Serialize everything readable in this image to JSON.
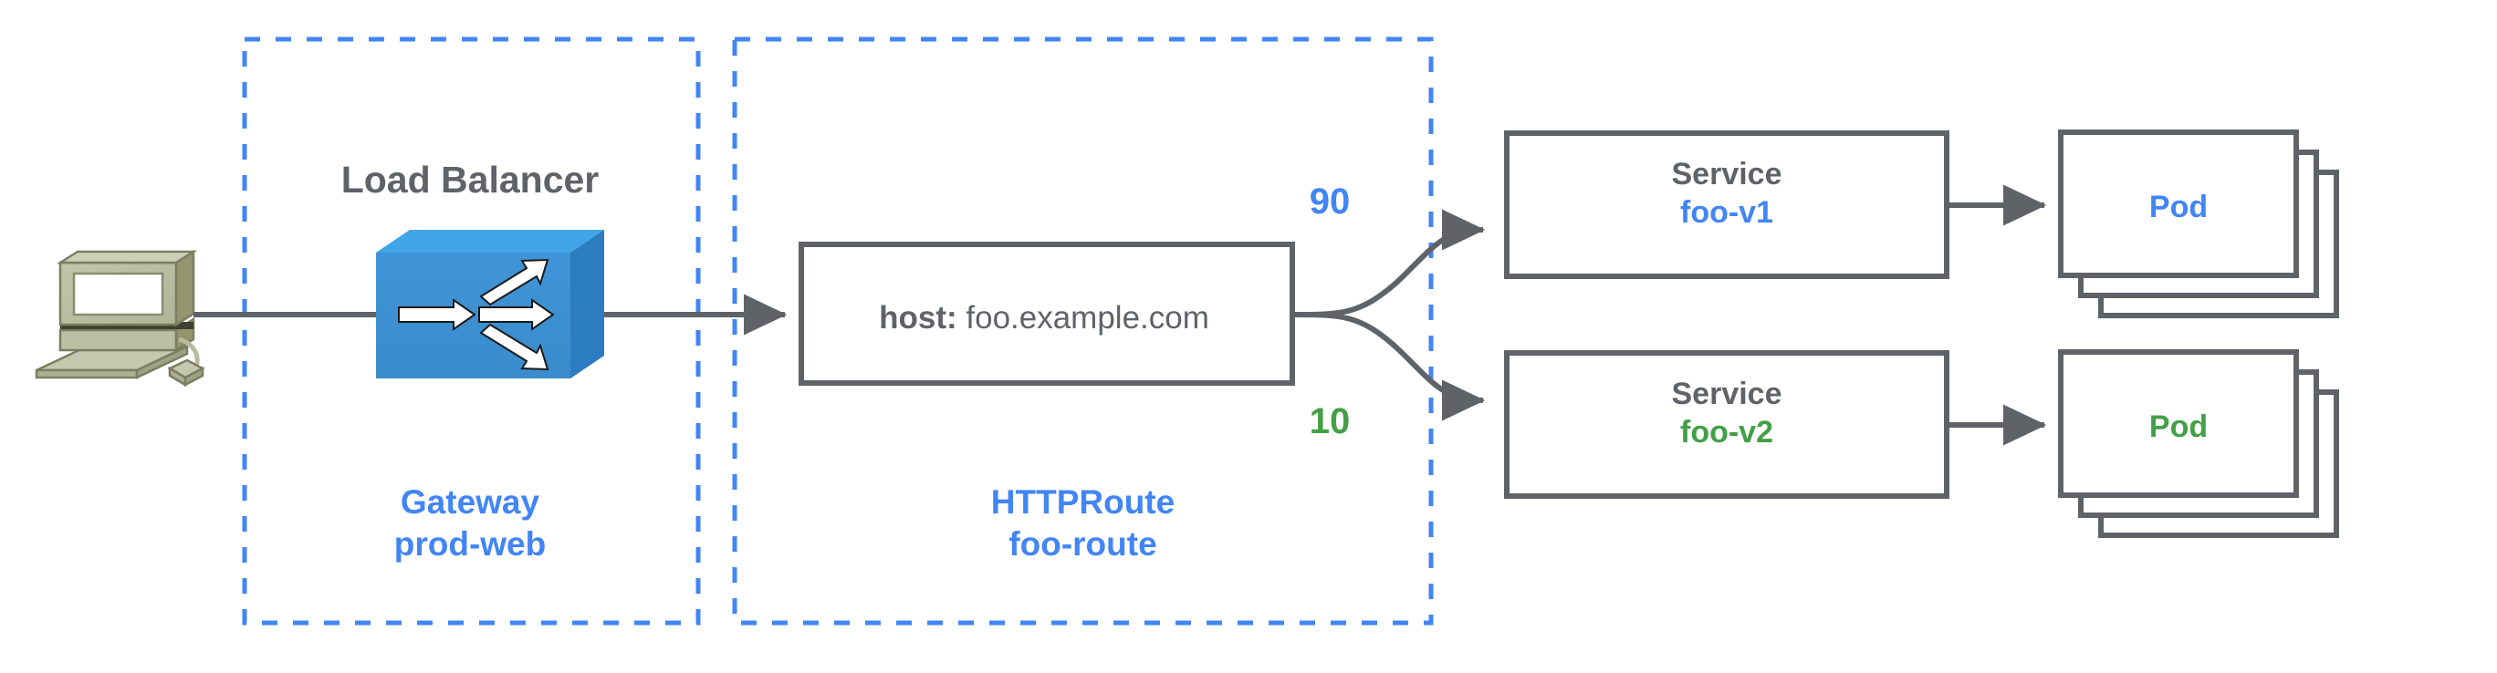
{
  "diagram": {
    "title": "Gateway API traffic splitting diagram",
    "colors": {
      "blue": "#4285f4",
      "green": "#43a047",
      "gray": "#5f6368",
      "stroke": "#5f6368",
      "lb_blue_front": "#3d90d3",
      "lb_blue_top": "#41a5e8",
      "lb_blue_side": "#2b7cc0",
      "computer_body": "#b7b99b",
      "computer_dark": "#8a8c6e"
    }
  },
  "client": {
    "icon": "desktop-computer-icon"
  },
  "gateway_group": {
    "heading": "Load Balancer",
    "caption_kind": "Gateway",
    "caption_name": "prod-web",
    "icon": "load-balancer-icon"
  },
  "httproute_group": {
    "caption_kind": "HTTPRoute",
    "caption_name": "foo-route",
    "rule_box": {
      "key": "host:",
      "value": "foo.example.com"
    }
  },
  "backends": [
    {
      "weight": "90",
      "weight_color": "#4285f4",
      "service_kind": "Service",
      "service_name": "foo-v1",
      "service_name_color": "#4285f4",
      "pod_label": "Pod",
      "pod_label_color": "#4285f4",
      "pod_count": 3
    },
    {
      "weight": "10",
      "weight_color": "#43a047",
      "service_kind": "Service",
      "service_name": "foo-v2",
      "service_name_color": "#43a047",
      "pod_label": "Pod",
      "pod_label_color": "#43a047",
      "pod_count": 3
    }
  ]
}
